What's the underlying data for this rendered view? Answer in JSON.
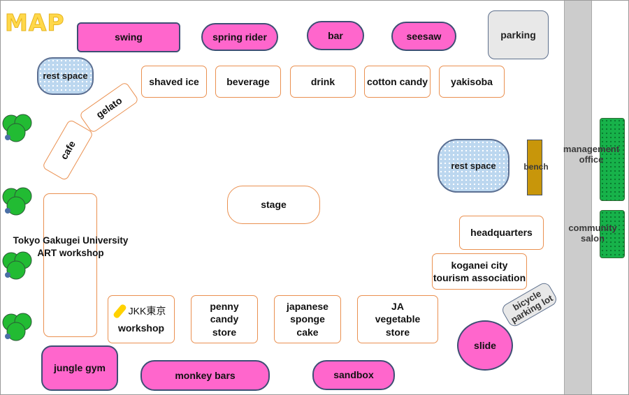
{
  "title": "MAP",
  "play": {
    "swing": "swing",
    "spring_rider": "spring rider",
    "bar": "bar",
    "seesaw": "seesaw",
    "jungle_gym": "jungle gym",
    "monkey_bars": "monkey bars",
    "sandbox": "sandbox",
    "slide": "slide"
  },
  "facilities": {
    "parking": "parking",
    "rest_space_left": "rest space",
    "rest_space_right": "rest space",
    "bench": "bench",
    "stage": "stage",
    "management_office": "management office",
    "community_salon": "community salon",
    "bicycle_parking": "bicycle parking lot"
  },
  "stalls": {
    "shaved_ice": "shaved ice",
    "beverage": "beverage",
    "drink": "drink",
    "cotton_candy": "cotton candy",
    "yakisoba": "yakisoba",
    "gelato": "gelato",
    "cafe": "cafe",
    "headquarters": "headquarters",
    "koganei_line1": "koganei city",
    "koganei_line2": "tourism association",
    "jkk_logo_text": "JKK東京",
    "jkk_workshop": "workshop",
    "penny_candy_line1": "penny",
    "penny_candy_line2": "candy",
    "penny_candy_line3": "store",
    "sponge_cake_line1": "japanese",
    "sponge_cake_line2": "sponge",
    "sponge_cake_line3": "cake",
    "ja_line1": "JA",
    "ja_line2": "vegetable",
    "ja_line3": "store"
  },
  "art_workshop": {
    "line1": "Tokyo Gakugei University",
    "line2": "ART workshop"
  },
  "colors": {
    "play_equipment": "#ff66cc",
    "stall_border": "#ea9050",
    "rest_space": "#bcd7ef",
    "office": "#17b24a",
    "bench": "#c8960a",
    "road": "#cccccc",
    "tree": "#22bb33"
  }
}
